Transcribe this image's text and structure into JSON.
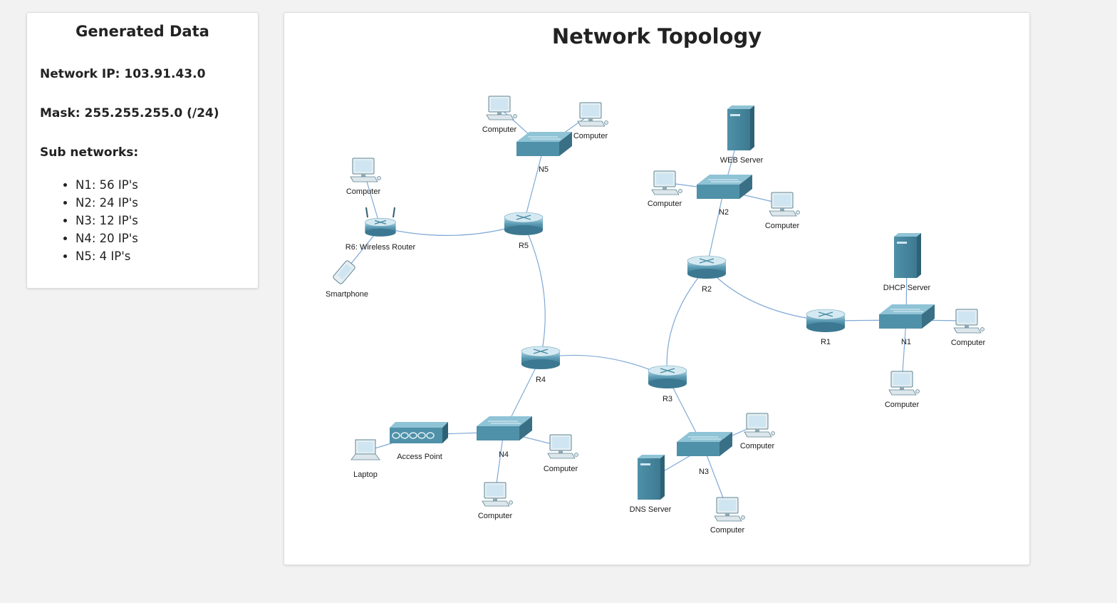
{
  "generated": {
    "title": "Generated Data",
    "network_ip_label": "Network IP:",
    "network_ip": "103.91.43.0",
    "mask_label": "Mask:",
    "mask": "255.255.255.0 (/24)",
    "subnets_heading": "Sub networks:",
    "subnets": [
      "N1: 56 IP's",
      "N2: 24 IP's",
      "N3: 12 IP's",
      "N4: 20 IP's",
      "N5: 4 IP's"
    ]
  },
  "topology": {
    "title": "Network Topology",
    "nodes": [
      {
        "id": "R1",
        "type": "router",
        "label": "R1"
      },
      {
        "id": "R2",
        "type": "router",
        "label": "R2"
      },
      {
        "id": "R3",
        "type": "router",
        "label": "R3"
      },
      {
        "id": "R4",
        "type": "router",
        "label": "R4"
      },
      {
        "id": "R5",
        "type": "router",
        "label": "R5"
      },
      {
        "id": "R6",
        "type": "wireless-router",
        "label": "R6: Wireless Router"
      },
      {
        "id": "N1",
        "type": "switch",
        "label": "N1"
      },
      {
        "id": "N2",
        "type": "switch",
        "label": "N2"
      },
      {
        "id": "N3",
        "type": "switch",
        "label": "N3"
      },
      {
        "id": "N4",
        "type": "switch",
        "label": "N4"
      },
      {
        "id": "N5",
        "type": "switch",
        "label": "N5"
      },
      {
        "id": "dhcp",
        "type": "server",
        "label": "DHCP Server"
      },
      {
        "id": "web",
        "type": "server",
        "label": "WEB Server"
      },
      {
        "id": "dns",
        "type": "server",
        "label": "DNS Server"
      },
      {
        "id": "ap",
        "type": "access-point",
        "label": "Access Point"
      },
      {
        "id": "laptop",
        "type": "laptop",
        "label": "Laptop"
      },
      {
        "id": "phone",
        "type": "smartphone",
        "label": "Smartphone"
      },
      {
        "id": "pc-n1a",
        "type": "computer",
        "label": "Computer"
      },
      {
        "id": "pc-n1b",
        "type": "computer",
        "label": "Computer"
      },
      {
        "id": "pc-n2a",
        "type": "computer",
        "label": "Computer"
      },
      {
        "id": "pc-n2b",
        "type": "computer",
        "label": "Computer"
      },
      {
        "id": "pc-n3a",
        "type": "computer",
        "label": "Computer"
      },
      {
        "id": "pc-n3b",
        "type": "computer",
        "label": "Computer"
      },
      {
        "id": "pc-n4a",
        "type": "computer",
        "label": "Computer"
      },
      {
        "id": "pc-n4b",
        "type": "computer",
        "label": "Computer"
      },
      {
        "id": "pc-n5a",
        "type": "computer",
        "label": "Computer"
      },
      {
        "id": "pc-n5b",
        "type": "computer",
        "label": "Computer"
      },
      {
        "id": "pc-r6",
        "type": "computer",
        "label": "Computer"
      }
    ],
    "links": [
      [
        "R1",
        "R2"
      ],
      [
        "R2",
        "R3"
      ],
      [
        "R3",
        "R4"
      ],
      [
        "R4",
        "R5"
      ],
      [
        "R5",
        "R6"
      ],
      [
        "R1",
        "N1"
      ],
      [
        "R2",
        "N2"
      ],
      [
        "R3",
        "N3"
      ],
      [
        "R4",
        "N4"
      ],
      [
        "R5",
        "N5"
      ],
      [
        "N1",
        "dhcp"
      ],
      [
        "N1",
        "pc-n1a"
      ],
      [
        "N1",
        "pc-n1b"
      ],
      [
        "N2",
        "web"
      ],
      [
        "N2",
        "pc-n2a"
      ],
      [
        "N2",
        "pc-n2b"
      ],
      [
        "N3",
        "dns"
      ],
      [
        "N3",
        "pc-n3a"
      ],
      [
        "N3",
        "pc-n3b"
      ],
      [
        "N4",
        "ap"
      ],
      [
        "N4",
        "pc-n4a"
      ],
      [
        "N4",
        "pc-n4b"
      ],
      [
        "ap",
        "laptop"
      ],
      [
        "N5",
        "pc-n5a"
      ],
      [
        "N5",
        "pc-n5b"
      ],
      [
        "R6",
        "pc-r6"
      ],
      [
        "R6",
        "phone"
      ]
    ],
    "colors": {
      "device": "#4f91a8",
      "link": "#7fa9d6",
      "screen": "#cfe6f2"
    }
  }
}
